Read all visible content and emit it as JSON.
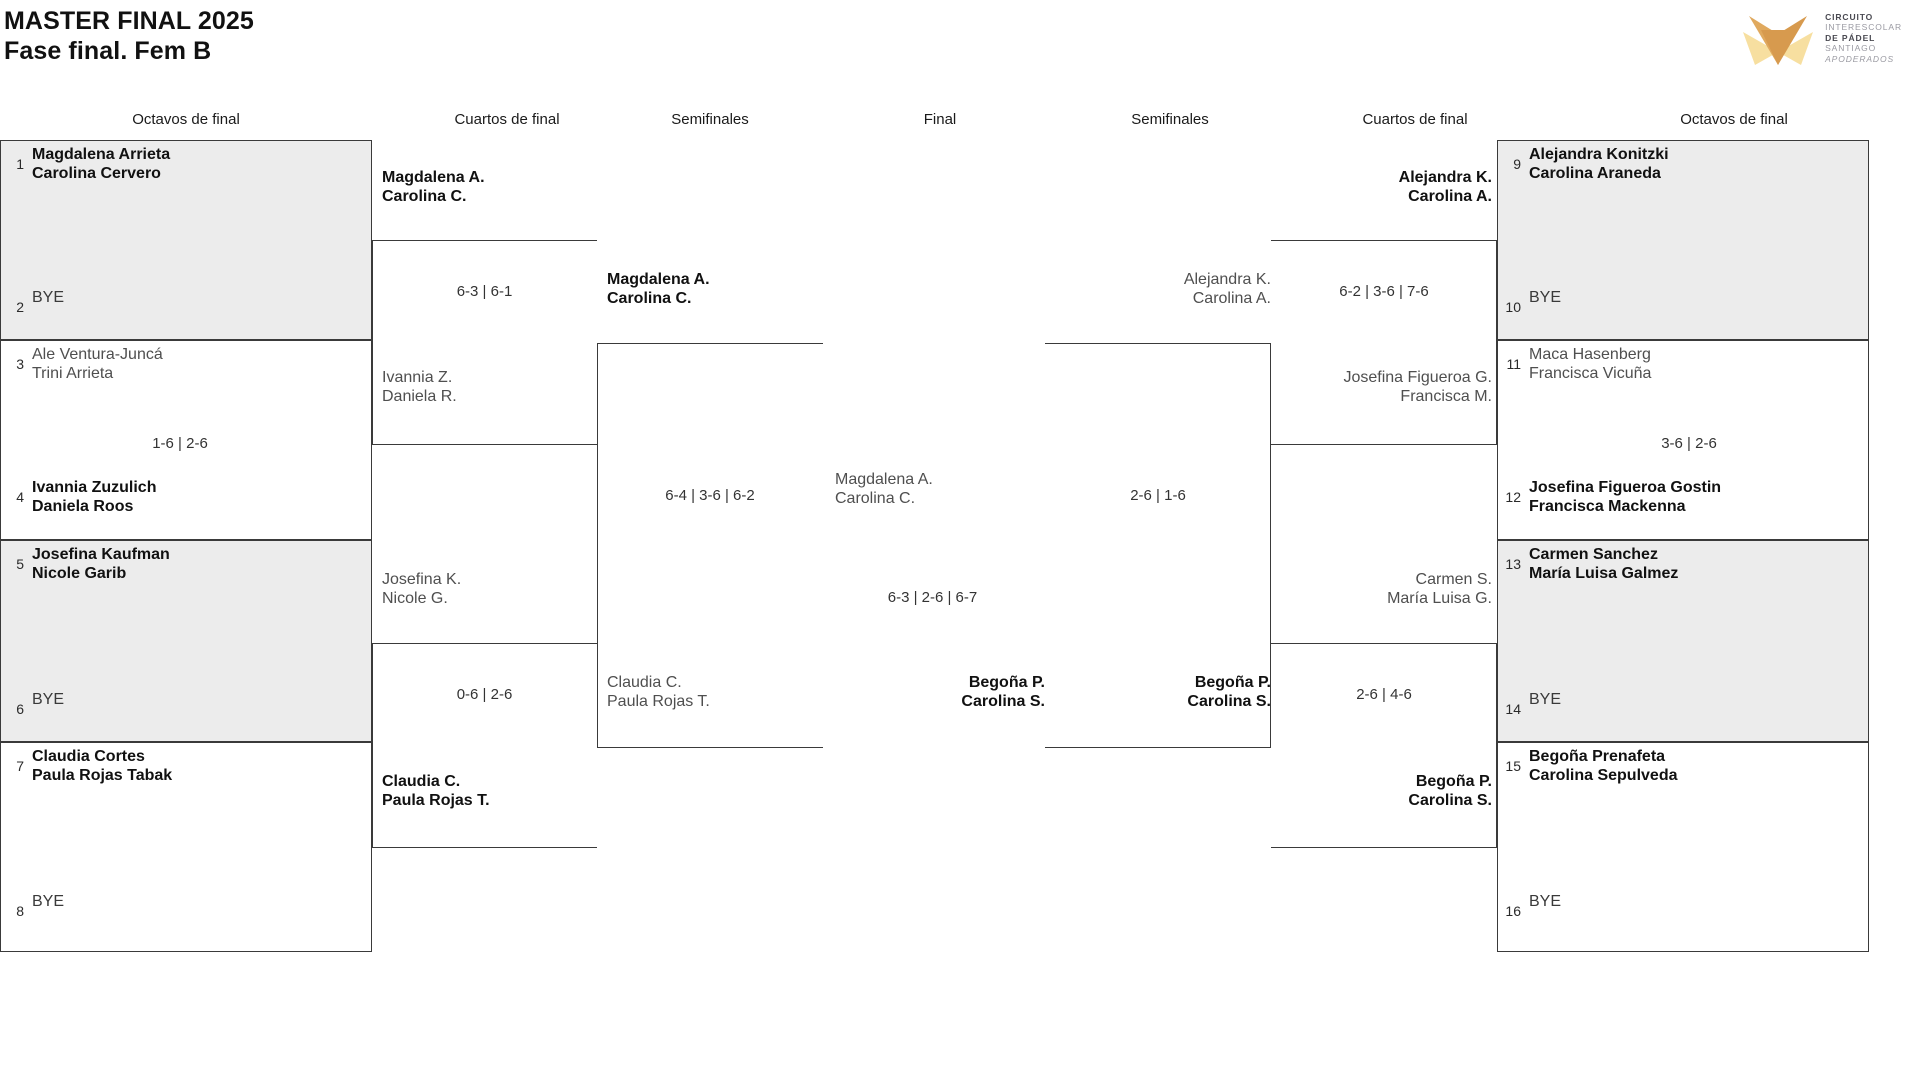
{
  "header": {
    "title_line1": "MASTER FINAL 2025",
    "title_line2": "Fase final. Fem B",
    "logo": {
      "line1": "CIRCUITO",
      "line2": "INTERESCOLAR",
      "line3": "DE PÁDEL",
      "line4": "SANTIAGO",
      "line5": "APODERADOS",
      "color_dark": "#d79a4e",
      "color_mid": "#e0a95e",
      "color_light": "#f7dfa0"
    }
  },
  "rounds": {
    "left_r16": "Octavos de final",
    "left_qf": "Cuartos de final",
    "left_sf": "Semifinales",
    "final": "Final",
    "right_sf": "Semifinales",
    "right_qf": "Cuartos de final",
    "right_r16": "Octavos de final"
  },
  "left": {
    "r16": [
      {
        "seed_top": "1",
        "top_line1": "Magdalena Arrieta",
        "top_line2": "Carolina Cervero",
        "top_winner": true,
        "seed_bottom": "2",
        "bottom_line1": "BYE",
        "bottom_line2": "",
        "bottom_winner": false,
        "score": "",
        "shaded": true
      },
      {
        "seed_top": "3",
        "top_line1": "Ale Ventura-Juncá",
        "top_line2": "Trini Arrieta",
        "top_winner": false,
        "seed_bottom": "4",
        "bottom_line1": "Ivannia Zuzulich",
        "bottom_line2": "Daniela Roos",
        "bottom_winner": true,
        "score": "1-6 | 2-6",
        "shaded": false
      },
      {
        "seed_top": "5",
        "top_line1": "Josefina Kaufman",
        "top_line2": "Nicole Garib",
        "top_winner": true,
        "seed_bottom": "6",
        "bottom_line1": "BYE",
        "bottom_line2": "",
        "bottom_winner": false,
        "score": "",
        "shaded": true
      },
      {
        "seed_top": "7",
        "top_line1": "Claudia Cortes",
        "top_line2": "Paula Rojas Tabak",
        "top_winner": true,
        "seed_bottom": "8",
        "bottom_line1": "BYE",
        "bottom_line2": "",
        "bottom_winner": false,
        "score": "",
        "shaded": false
      }
    ],
    "qf": [
      {
        "top_line1": "Magdalena A.",
        "top_line2": "Carolina C.",
        "top_winner": true,
        "bottom_line1": "Ivannia Z.",
        "bottom_line2": "Daniela R.",
        "bottom_winner": false,
        "score": "6-3 | 6-1"
      },
      {
        "top_line1": "Josefina K.",
        "top_line2": "Nicole G.",
        "top_winner": false,
        "bottom_line1": "Claudia C.",
        "bottom_line2": "Paula Rojas T.",
        "bottom_winner": true,
        "score": "0-6 | 2-6"
      }
    ],
    "sf": [
      {
        "top_line1": "Magdalena A.",
        "top_line2": "Carolina C.",
        "top_winner": true,
        "bottom_line1": "Claudia C.",
        "bottom_line2": "Paula Rojas T.",
        "bottom_winner": false,
        "score": "6-4 | 3-6 | 6-2"
      }
    ]
  },
  "right": {
    "r16": [
      {
        "seed_top": "9",
        "top_line1": "Alejandra Konitzki",
        "top_line2": "Carolina Araneda",
        "top_winner": true,
        "seed_bottom": "10",
        "bottom_line1": "BYE",
        "bottom_line2": "",
        "bottom_winner": false,
        "score": "",
        "shaded": true
      },
      {
        "seed_top": "11",
        "top_line1": "Maca Hasenberg",
        "top_line2": "Francisca Vicuña",
        "top_winner": false,
        "seed_bottom": "12",
        "bottom_line1": "Josefina Figueroa Gostin",
        "bottom_line2": "Francisca Mackenna",
        "bottom_winner": true,
        "score": "3-6 | 2-6",
        "shaded": false
      },
      {
        "seed_top": "13",
        "top_line1": "Carmen Sanchez",
        "top_line2": "María Luisa Galmez",
        "top_winner": true,
        "seed_bottom": "14",
        "bottom_line1": "BYE",
        "bottom_line2": "",
        "bottom_winner": false,
        "score": "",
        "shaded": true
      },
      {
        "seed_top": "15",
        "top_line1": "Begoña Prenafeta",
        "top_line2": "Carolina Sepulveda",
        "top_winner": true,
        "seed_bottom": "16",
        "bottom_line1": "BYE",
        "bottom_line2": "",
        "bottom_winner": false,
        "score": "",
        "shaded": false
      }
    ],
    "qf": [
      {
        "top_line1": "Alejandra K.",
        "top_line2": "Carolina A.",
        "top_winner": true,
        "bottom_line1": "Josefina Figueroa G.",
        "bottom_line2": "Francisca M.",
        "bottom_winner": false,
        "score": "6-2 | 3-6 | 7-6"
      },
      {
        "top_line1": "Carmen S.",
        "top_line2": "María Luisa G.",
        "top_winner": false,
        "bottom_line1": "Begoña P.",
        "bottom_line2": "Carolina S.",
        "bottom_winner": true,
        "score": "2-6 | 4-6"
      }
    ],
    "sf": [
      {
        "top_line1": "Alejandra K.",
        "top_line2": "Carolina A.",
        "top_winner": false,
        "bottom_line1": "Begoña P.",
        "bottom_line2": "Carolina S.",
        "bottom_winner": true,
        "score": "2-6 | 1-6"
      }
    ]
  },
  "final": {
    "left_line1": "Magdalena A.",
    "left_line2": "Carolina C.",
    "left_winner": false,
    "right_line1": "Begoña P.",
    "right_line2": "Carolina S.",
    "right_winner": true,
    "score": "6-3 | 2-6 | 6-7"
  }
}
